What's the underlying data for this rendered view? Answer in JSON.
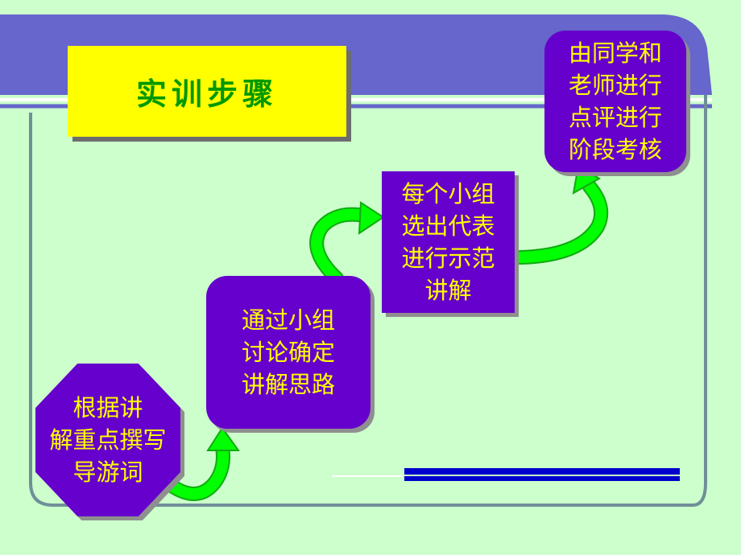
{
  "title": "实训步骤",
  "steps": [
    {
      "id": "step1",
      "lines": [
        "根据讲",
        "解重点撰写",
        "导游词"
      ]
    },
    {
      "id": "step2",
      "lines": [
        "通过小组",
        "讨论确定",
        "讲解思路"
      ]
    },
    {
      "id": "step3",
      "lines": [
        "每个小组",
        "选出代表",
        "进行示范",
        "讲解"
      ]
    },
    {
      "id": "step4",
      "lines": [
        "由同学和",
        "老师进行",
        "点评进行",
        "阶段考核"
      ]
    }
  ],
  "colors": {
    "background": "#ccffcc",
    "banner": "#6666cc",
    "title_fill": "#ffff00",
    "title_text": "#009900",
    "step_fill": "#6600cc",
    "step_text": "#ffff00",
    "arrow": "#00ff00"
  }
}
